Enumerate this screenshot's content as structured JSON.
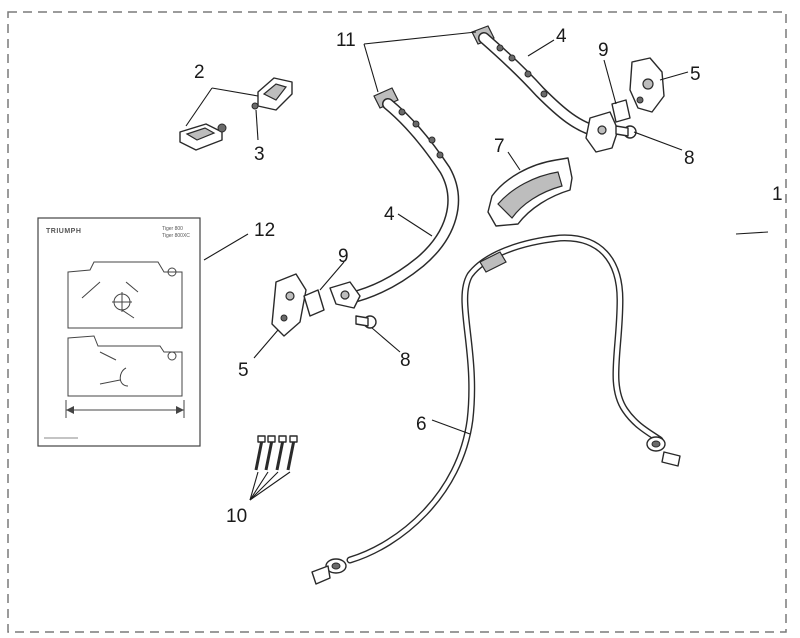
{
  "diagram": {
    "callouts": {
      "c1": "1",
      "c2": "2",
      "c3": "3",
      "c4a": "4",
      "c4b": "4",
      "c5a": "5",
      "c5b": "5",
      "c6": "6",
      "c7": "7",
      "c8a": "8",
      "c8b": "8",
      "c9a": "9",
      "c9b": "9",
      "c10": "10",
      "c11": "11",
      "c12": "12"
    },
    "instruction_sheet": {
      "brand": "TRIUMPH",
      "model_line_1": "Tiger 800",
      "model_line_2": "Tiger 800XC"
    },
    "colors": {
      "line": "#2a2a2a",
      "border_dash": "#7a7a7a",
      "shade": "#bdbdbd"
    }
  }
}
